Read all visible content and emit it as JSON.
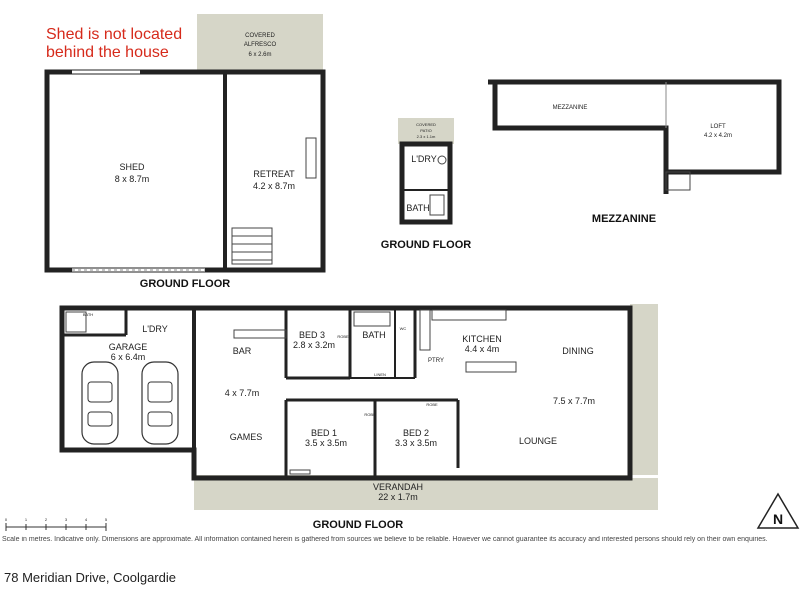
{
  "note": {
    "line1": "Shed is not located",
    "line2": "behind the house"
  },
  "shed_building": {
    "alfresco": {
      "name": "COVERED",
      "name2": "ALFRESCO",
      "size": "6 x 2.6m"
    },
    "shed": {
      "name": "SHED",
      "size": "8 x 8.7m"
    },
    "retreat": {
      "name": "RETREAT",
      "size": "4.2 x 8.7m"
    },
    "floor_label": "GROUND FLOOR"
  },
  "laundry_building": {
    "patio": {
      "name": "COVERED",
      "name2": "PATIO",
      "size": "2.3 x 1.1m"
    },
    "laundry": "L'DRY",
    "bath": "BATH",
    "floor_label": "GROUND FLOOR"
  },
  "mezzanine_building": {
    "mezzanine": "MEZZANINE",
    "loft": {
      "name": "LOFT",
      "size": "4.2 x 4.2m"
    },
    "floor_label": "MEZZANINE"
  },
  "house": {
    "garage_bath": "BATH",
    "laundry": "L'DRY",
    "garage": {
      "name": "GARAGE",
      "size": "6 x 6.4m"
    },
    "bar": "BAR",
    "games_size": "4 x 7.7m",
    "games": "GAMES",
    "bed3": {
      "name": "BED 3",
      "size": "2.8 x 3.2m"
    },
    "robe": "ROBE",
    "bath": "BATH",
    "wc": "WC",
    "linen": "LINEN",
    "kitchen": {
      "name": "KITCHEN",
      "size": "4.4 x 4m"
    },
    "ptry": "PTRY",
    "dining": "DINING",
    "living_size": "7.5 x 7.7m",
    "lounge": "LOUNGE",
    "bed1": {
      "name": "BED 1",
      "size": "3.5 x 3.5m"
    },
    "bed2": {
      "name": "BED 2",
      "size": "3.3 x 3.5m"
    },
    "verandah": {
      "name": "VERANDAH",
      "size": "22 x 1.7m"
    },
    "floor_label": "GROUND FLOOR"
  },
  "scale_ticks": [
    "0",
    "1",
    "2",
    "3",
    "4",
    "5"
  ],
  "compass": "N",
  "disclaimer": "Scale in metres. Indicative only. Dimensions are approximate. All information contained herein is gathered from sources we believe to be reliable. However we cannot guarantee its accuracy and interested persons should rely on their own enquiries.",
  "address": "78 Meridian Drive, Coolgardie",
  "colors": {
    "covered_area": "#d6d6c8",
    "wall": "#222222",
    "note": "#d62a1b"
  }
}
